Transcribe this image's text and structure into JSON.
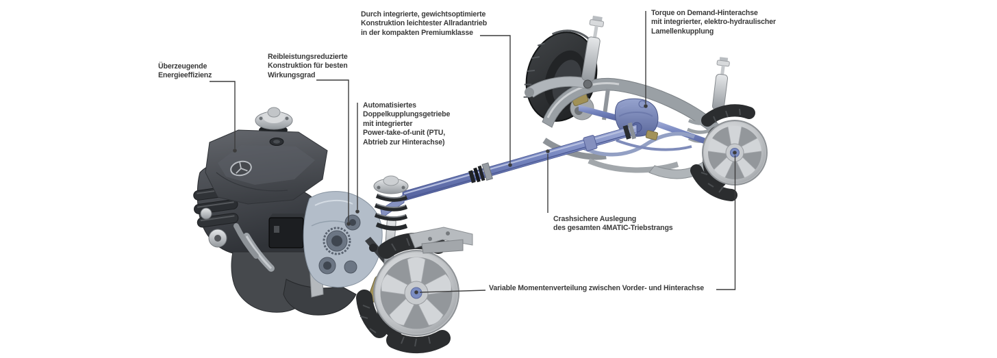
{
  "diagram": {
    "callouts": [
      {
        "id": "energy-efficiency",
        "text": "Überzeugende\nEnergieeffizienz"
      },
      {
        "id": "friction-reduced",
        "text": "Reibleistungsreduzierte\nKonstruktion für besten\nWirkungsgrad"
      },
      {
        "id": "lightweight-awd",
        "text": "Durch integrierte, gewichtsoptimierte\nKonstruktion leichtester Allradantrieb\nin der kompakten Premiumklasse"
      },
      {
        "id": "dual-clutch-gearbox",
        "text": "Automatisiertes\nDoppelkupplungsgetriebe\nmit integrierter\nPower-take-of-unit (PTU,\nAbtrieb zur Hinterachse)"
      },
      {
        "id": "torque-on-demand",
        "text": "Torque on Demand-Hinterachse\nmit integrierter, elektro-hydraulischer\nLamellenkupplung"
      },
      {
        "id": "crash-safe",
        "text": "Crashsichere Auslegung\ndes gesamten 4MATIC-Triebstrangs"
      },
      {
        "id": "torque-split",
        "text": "Variable Momentenverteilung zwischen Vorder- und Hinterachse"
      }
    ],
    "icons": {
      "brand": "mercedes-star-icon"
    },
    "colors": {
      "background": "#ffffff",
      "label_text": "#3a3a3a",
      "leader_line": "#3c3c3c",
      "driveline_highlight_blue": "#6b7ab5",
      "engine_dark_gray": "#3f4247",
      "metal_gray": "#a7acb1",
      "tire_black": "#26282a",
      "brake_caliper_gold": "#a29259"
    }
  }
}
